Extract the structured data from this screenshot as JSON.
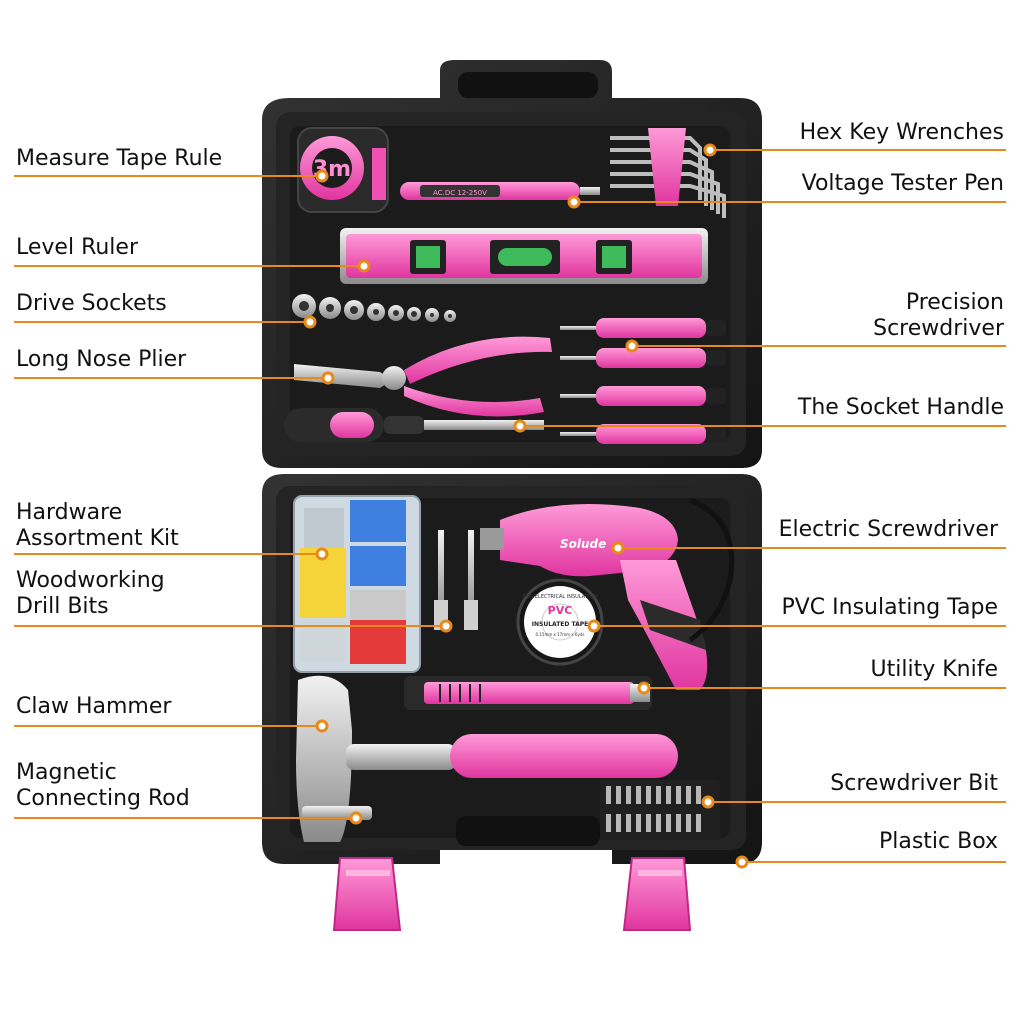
{
  "colors": {
    "leader": "#e8891a",
    "case_dark": "#1c1c1c",
    "case_mid": "#2b2b2b",
    "pink": "#f04fb4",
    "pink_light": "#ff8fd2",
    "metal": "#c7c7c7"
  },
  "labels": {
    "measure_tape": "Measure Tape Rule",
    "level_ruler": "Level Ruler",
    "drive_sockets": "Drive Sockets",
    "long_nose_plier": "Long Nose Plier",
    "hardware_kit_1": "Hardware",
    "hardware_kit_2": "Assortment Kit",
    "drill_bits_1": "Woodworking",
    "drill_bits_2": "Drill Bits",
    "claw_hammer": "Claw Hammer",
    "magnetic_rod_1": "Magnetic",
    "magnetic_rod_2": "Connecting Rod",
    "hex_key": "Hex Key Wrenches",
    "voltage_tester": "Voltage Tester Pen",
    "precision_1": "Precision",
    "precision_2": "Screwdriver",
    "socket_handle": "The Socket Handle",
    "electric_screwdriver": "Electric Screwdriver",
    "pvc_tape": "PVC Insulating Tape",
    "utility_knife": "Utility Knife",
    "screwdriver_bit": "Screwdriver Bit",
    "plastic_box": "Plastic Box"
  },
  "product_text": {
    "tape_size": "3m",
    "drill_brand": "Solude",
    "pvc_top": "FOR ELECTRICAL INSULATION",
    "pvc_mid": "PVC",
    "pvc_bottom": "INSULATED TAPE",
    "pvc_spec": "0.15mm x 17mm x 6yds",
    "tester_text": "AC.DC 12-250V"
  }
}
